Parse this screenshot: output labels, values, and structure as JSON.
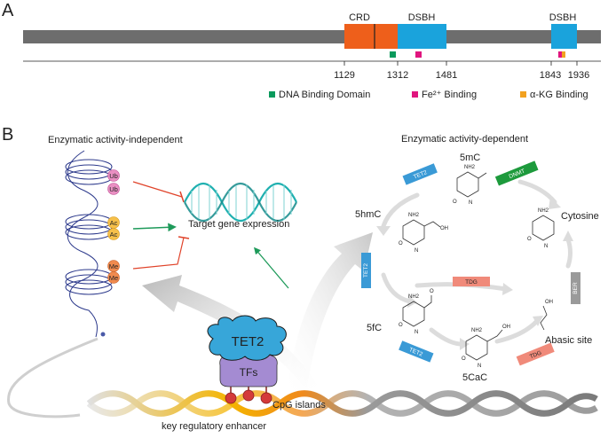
{
  "panel_a": {
    "letter": "A",
    "domains": {
      "crd": "CRD",
      "dsbh1": "DSBH",
      "dsbh2": "DSBH"
    },
    "ticks": [
      "1129",
      "1312",
      "1481",
      "1843",
      "1936"
    ],
    "legend": [
      {
        "label": "DNA Binding Domain",
        "color": "#0a9a5c"
      },
      {
        "label": "Fe²⁺ Binding",
        "color": "#e0157e"
      },
      {
        "label": "α-KG Binding",
        "color": "#f2a11f"
      }
    ],
    "colors": {
      "bar": "#6d6d6d",
      "crd": "#ee5f1b",
      "dsbh": "#1aa3dc"
    }
  },
  "panel_b": {
    "letter": "B",
    "left_title": "Enzymatic activity-independent",
    "right_title": "Enzymatic activity-dependent",
    "target_label": "Target gene expression",
    "marks": {
      "ub": "Ub",
      "ac": "Ac",
      "me": "Me"
    },
    "tet2": "TET2",
    "tfs": "TFs",
    "cpg": "CpG islands",
    "enhancer": "key regulatory enhancer",
    "cycle": {
      "c5mc": "5mC",
      "c5hmc": "5hmC",
      "cytosine": "Cytosine",
      "c5fc": "5fC",
      "c5cac": "5CaC",
      "abasic": "Abasic site",
      "enz_tet2": "TET2",
      "enz_dnmt": "DNMT",
      "enz_tdg": "TDG",
      "enz_ber": "BER"
    }
  }
}
